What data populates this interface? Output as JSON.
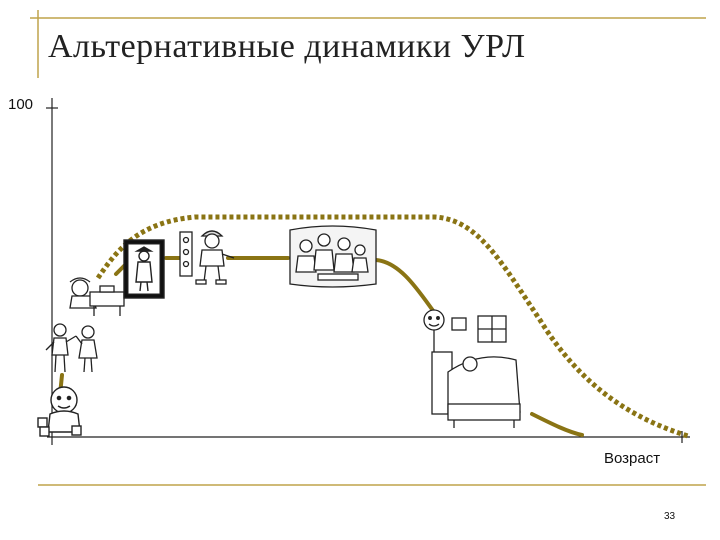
{
  "slide": {
    "title": "Альтернативные динамики УРЛ",
    "y_axis_max_label": "100",
    "x_axis_label": "Возраст",
    "page_number": "33"
  },
  "colors": {
    "curve": "#8a7414",
    "rule": "#bfa34a",
    "axis": "#222222"
  },
  "illustrations": [
    "baby-with-blocks-icon",
    "children-playing-icon",
    "schoolchild-at-desk-icon",
    "graduate-portrait-icon",
    "worker-with-tools-icon",
    "family-group-icon",
    "elderly-in-bed-icon"
  ]
}
